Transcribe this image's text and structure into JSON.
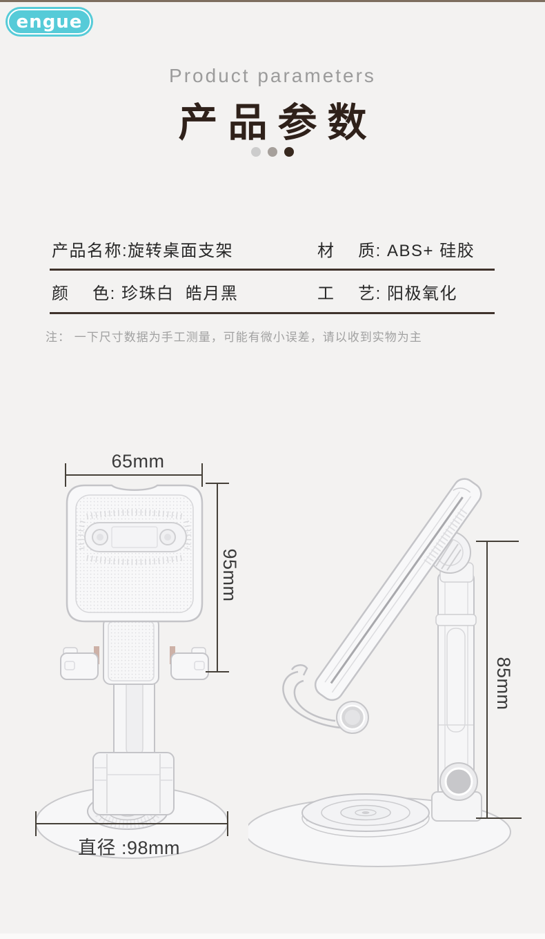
{
  "page": {
    "colors": {
      "background": "#f3f2f1",
      "top_bar": "#7d6e5f",
      "logo_teal": "#56cbd8",
      "title_dark": "#2f211a",
      "subtitle_gray": "#9b9b9b",
      "table_rule": "#3f322b",
      "note_gray": "#a1a1a1",
      "drawing_line": "#c4c4c8",
      "dimension_line": "#454038"
    }
  },
  "logo": {
    "text": "engue"
  },
  "header": {
    "subtitle": "Product parameters",
    "title": "产品参数",
    "dots": [
      "#cccccc",
      "#a6a09b",
      "#38291f"
    ]
  },
  "specs": {
    "rows": [
      {
        "left": "产品名称:旋转桌面支架",
        "right": "材　 质: ABS+ 硅胶"
      },
      {
        "left": "颜　 色: 珍珠白  皓月黑",
        "right": "工　 艺: 阳极氧化"
      }
    ]
  },
  "note": "注： 一下尺寸数据为手工测量，可能有微小误差，请以收到实物为主",
  "diagram": {
    "front_view": {
      "width_label": "65mm",
      "height_label": "95mm",
      "diameter_label": "直径 :98mm"
    },
    "side_view": {
      "height_label": "85mm"
    }
  }
}
